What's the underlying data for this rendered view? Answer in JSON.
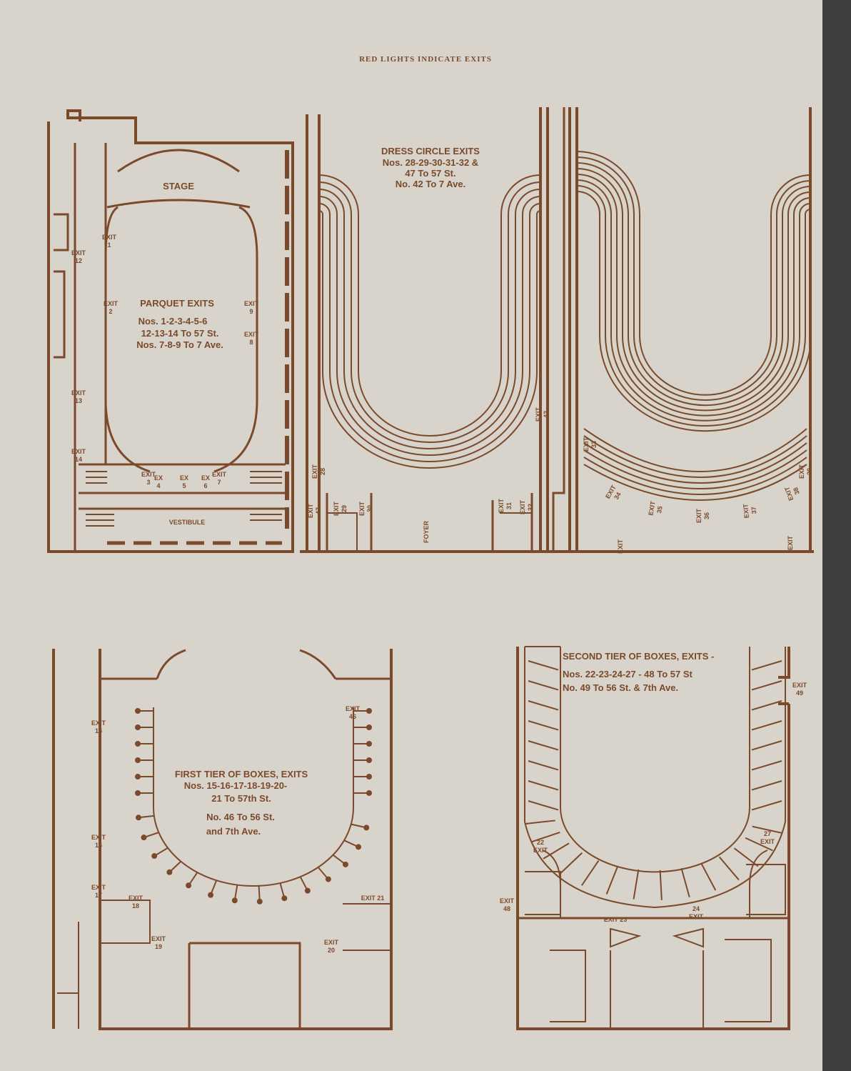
{
  "header": "RED LIGHTS INDICATE EXITS",
  "colors": {
    "paper": "#d9d4cb",
    "ink": "#7b4a2b"
  },
  "parquet": {
    "title": "PARQUET EXITS",
    "lines": [
      "Nos. 1-2-3-4-5-6",
      "12-13-14 To 57 St.",
      "Nos. 7-8-9 To 7 Ave."
    ],
    "stage": "STAGE",
    "vestibule": "VESTIBULE"
  },
  "dress_circle": {
    "title": "DRESS CIRCLE EXITS",
    "lines": [
      "Nos. 28-29-30-31-32 &",
      "47 To 57 St.",
      "No. 42 To 7 Ave."
    ],
    "foyer": "FOYER"
  },
  "first_tier": {
    "title": "FIRST TIER OF BOXES, EXITS",
    "lines": [
      "Nos. 15-16-17-18-19-20-",
      "21 To 57th St.",
      "No. 46 To 56 St.",
      "and 7th Ave."
    ]
  },
  "second_tier": {
    "title": "SECOND TIER OF BOXES, EXITS -",
    "lines": [
      "Nos. 22-23-24-27 - 48 To 57 St",
      "No. 49 To 56 St. & 7th Ave."
    ]
  },
  "exit_word": "EXIT",
  "ex_word": "EX",
  "exits": [
    "1",
    "12",
    "2",
    "9",
    "8",
    "13",
    "14",
    "3",
    "4",
    "5",
    "6",
    "7",
    "28",
    "47",
    "29",
    "30",
    "31",
    "32",
    "42",
    "33",
    "34",
    "35",
    "36",
    "37",
    "38",
    "39",
    "",
    "",
    "15",
    "46",
    "16",
    "17",
    "18",
    "19",
    "21",
    "20",
    "49",
    "22",
    "27",
    "48",
    "23",
    "24"
  ]
}
